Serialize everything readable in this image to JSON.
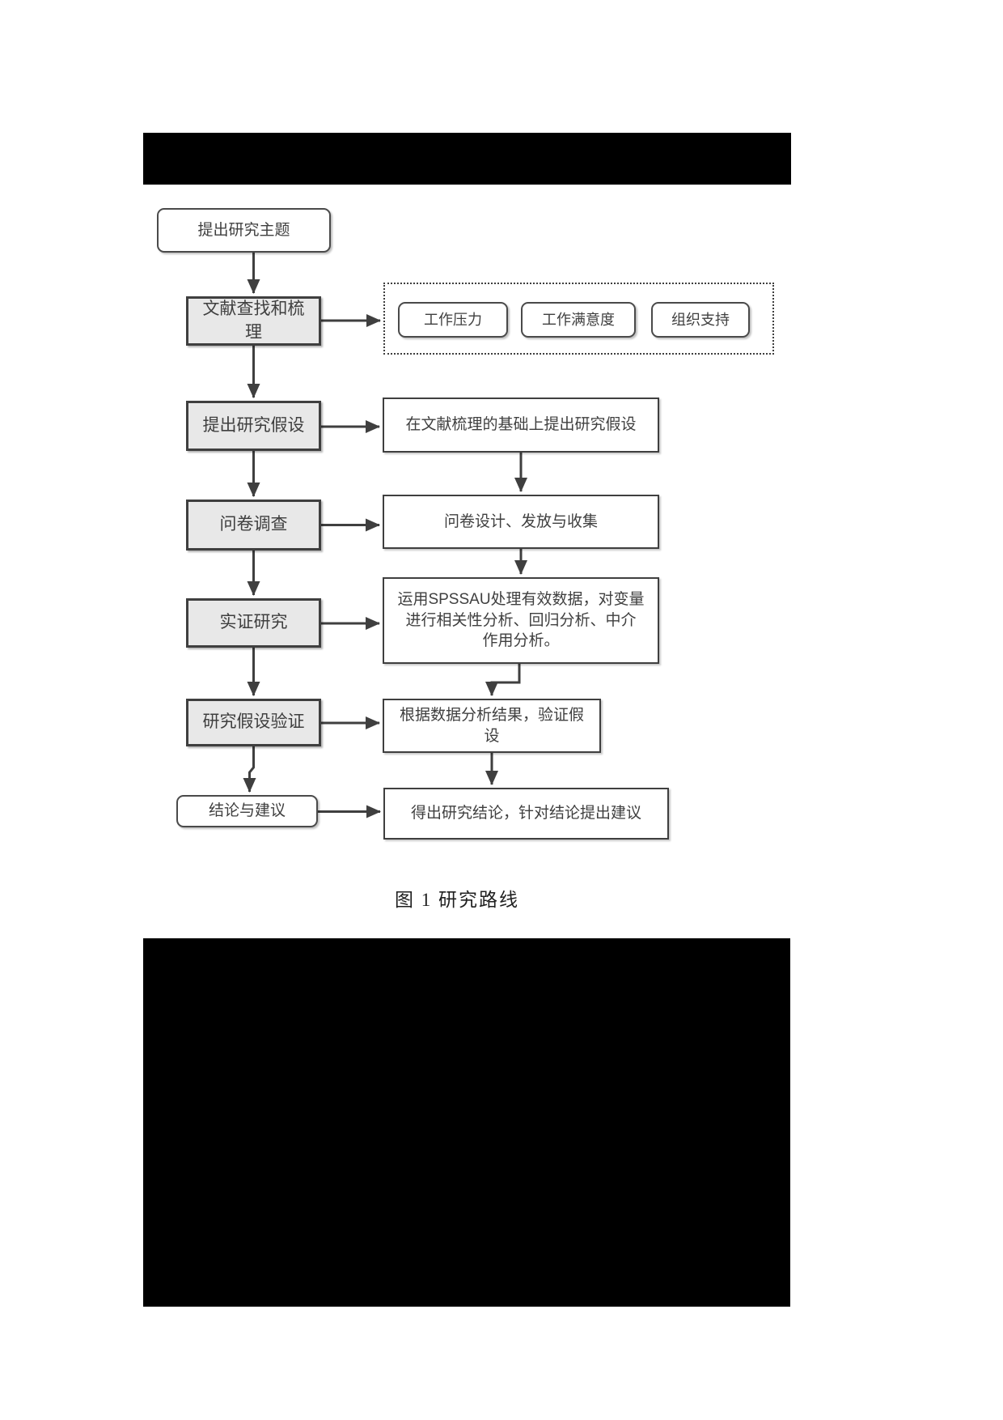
{
  "figure": {
    "caption": "图 1 研究路线",
    "colors": {
      "redaction": "#000000",
      "box_border": "#3f3f3f",
      "gray_fill": "#e8e8e8",
      "white_fill": "#ffffff",
      "connector": "#3f3f3f",
      "text": "#3f3f3f"
    },
    "steps": [
      {
        "label": "提出研究主题"
      },
      {
        "label": "文献查找和梳\n理"
      },
      {
        "label": "提出研究假设"
      },
      {
        "label": "问卷调查"
      },
      {
        "label": "实证研究"
      },
      {
        "label": "研究假设验证"
      },
      {
        "label": "结论与建议"
      }
    ],
    "keywords": [
      {
        "label": "工作压力"
      },
      {
        "label": "工作满意度"
      },
      {
        "label": "组织支持"
      }
    ],
    "details": [
      {
        "label": "在文献梳理的基础上提出研究假设"
      },
      {
        "label": "问卷设计、发放与收集"
      },
      {
        "label": "运用SPSSAU处理有效数据，对变量\n进行相关性分析、回归分析、中介\n作用分析。"
      },
      {
        "label": "根据数据分析结果，验证假\n设"
      },
      {
        "label": "得出研究结论，针对结论提出建议"
      }
    ]
  }
}
